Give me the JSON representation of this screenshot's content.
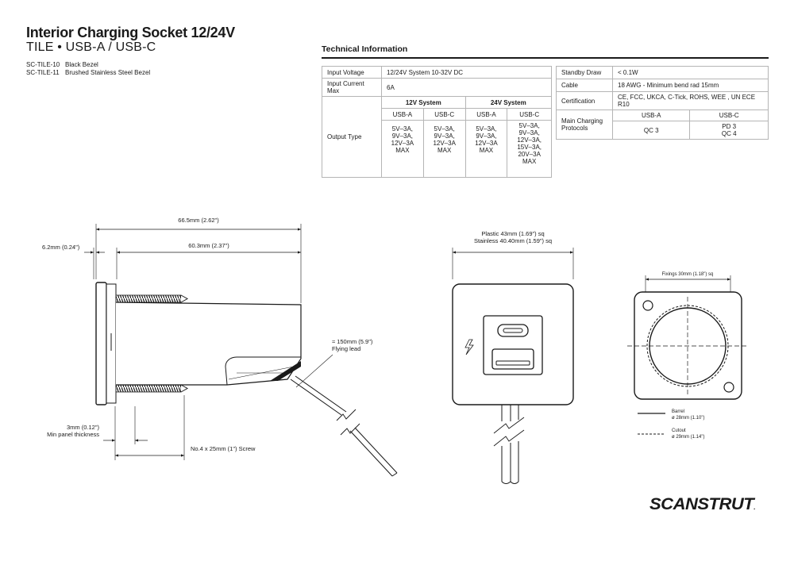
{
  "header": {
    "title": "Interior Charging Socket 12/24V",
    "subtitle": "TILE  •  USB-A / USB-C",
    "variants": [
      {
        "code": "SC-TILE-10",
        "desc": "Black Bezel"
      },
      {
        "code": "SC-TILE-11",
        "desc": "Brushed Stainless Steel Bezel"
      }
    ]
  },
  "tech": {
    "title": "Technical Information",
    "left": {
      "input_voltage_label": "Input Voltage",
      "input_voltage_value": "12/24V System 10-32V DC",
      "input_current_label": "Input Current Max",
      "input_current_value": "6A",
      "output_type_label": "Output Type",
      "sys12": "12V System",
      "sys24": "24V System",
      "usba": "USB-A",
      "usbc": "USB-C",
      "cells": {
        "a12": "5V–3A,\n9V–3A,\n12V–3A\nMAX",
        "c12": "5V–3A,\n9V–3A,\n12V–3A\nMAX",
        "a24": "5V–3A,\n9V–3A,\n12V–3A\nMAX",
        "c24": "5V–3A,\n9V–3A,\n12V–3A,\n15V–3A,\n20V–3A\nMAX"
      }
    },
    "right": {
      "standby_label": "Standby Draw",
      "standby_value": "< 0.1W",
      "cable_label": "Cable",
      "cable_value": "18 AWG - Minimum bend rad 15mm",
      "cert_label": "Certification",
      "cert_value": "CE, FCC, UKCA, C-Tick, ROHS, WEE , UN ECE R10",
      "protocols_label": "Main Charging\nProtocols",
      "usba": "USB-A",
      "usbc": "USB-C",
      "qc3": "QC 3",
      "pd3": "PD 3\nQC 4"
    }
  },
  "side_view": {
    "overall": "66.5mm (2.62\")",
    "bezel": "6.2mm (0.24\")",
    "body": "60.3mm (2.37\")",
    "panel_line1": "3mm (0.12\")",
    "panel_line2": "Min panel thickness",
    "screw": "No.4 x 25mm (1\") Screw",
    "lead_line1": "≈ 150mm (5.9\")",
    "lead_line2": "Flying lead"
  },
  "front_view": {
    "size_line1": "Plastic 43mm (1.69\") sq",
    "size_line2": "Stainless 40.40mm (1.59\") sq"
  },
  "rear_view": {
    "fixings": "Fixings 30mm (1.18\") sq",
    "barrel_label": "Barrel",
    "barrel_value": "ø 28mm (1.10\")",
    "cutout_label": "Cutout",
    "cutout_value": "ø 29mm (1.14\")"
  },
  "logo": "SCANSTRUT"
}
